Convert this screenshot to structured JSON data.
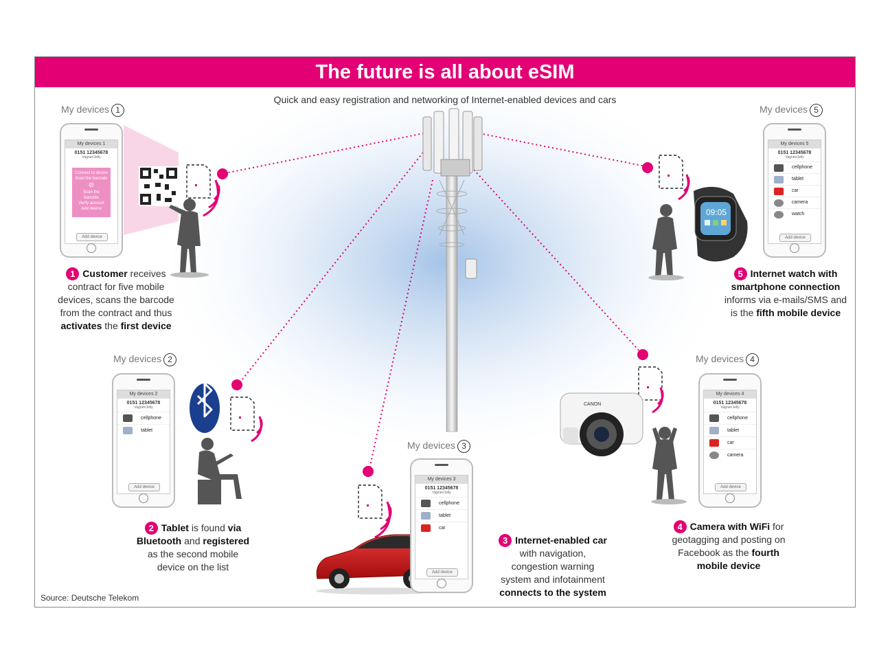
{
  "title": "The future is all about eSIM",
  "subtitle": "Quick and easy registration and networking of Internet-enabled devices and cars",
  "source": "Source: Deutsche Telekom",
  "colors": {
    "accent": "#e20074",
    "glow": "#9fc0e6"
  },
  "phone_common": {
    "number": "0151 12345678",
    "subscriber": "Vagner/Jelly",
    "add_device": "Add device"
  },
  "devices": [
    {
      "label": "My devices",
      "num": "1",
      "screen_header": "My devices 1",
      "panel_text": [
        "Connect to device",
        "Scan the barcode",
        "Scan the",
        "barcode",
        "Verify account",
        "Add device"
      ],
      "rows": [],
      "caption": [
        [
          {
            "t": "Customer",
            "b": true
          },
          {
            "t": " receives",
            "b": false
          }
        ],
        [
          {
            "t": "contract for five mobile",
            "b": false
          }
        ],
        [
          {
            "t": "devices, scans the barcode",
            "b": false
          }
        ],
        [
          {
            "t": "from the contract and thus",
            "b": false
          }
        ],
        [
          {
            "t": "activates",
            "b": true
          },
          {
            "t": " the ",
            "b": false
          },
          {
            "t": "first device",
            "b": true
          }
        ]
      ]
    },
    {
      "label": "My devices",
      "num": "2",
      "screen_header": "My devices 2",
      "rows": [
        {
          "label": "cellphone",
          "icon": "dk"
        },
        {
          "label": "tablet",
          "icon": "bl"
        }
      ],
      "caption": [
        [
          {
            "t": "Tablet",
            "b": true
          },
          {
            "t": " is found ",
            "b": false
          },
          {
            "t": "via",
            "b": true
          }
        ],
        [
          {
            "t": "Bluetooth",
            "b": true
          },
          {
            "t": " and ",
            "b": false
          },
          {
            "t": "registered",
            "b": true
          }
        ],
        [
          {
            "t": "as the second mobile",
            "b": false
          }
        ],
        [
          {
            "t": "device on the list",
            "b": false
          }
        ]
      ]
    },
    {
      "label": "My devices",
      "num": "3",
      "screen_header": "My devices 3",
      "rows": [
        {
          "label": "cellphone",
          "icon": "dk"
        },
        {
          "label": "tablet",
          "icon": "bl"
        },
        {
          "label": "car",
          "icon": "red"
        }
      ],
      "caption": [
        [
          {
            "t": "Internet-enabled car",
            "b": true
          }
        ],
        [
          {
            "t": "with navigation,",
            "b": false
          }
        ],
        [
          {
            "t": "congestion warning",
            "b": false
          }
        ],
        [
          {
            "t": "system and infotainment",
            "b": false
          }
        ],
        [
          {
            "t": "connects to the system",
            "b": true
          }
        ]
      ]
    },
    {
      "label": "My devices",
      "num": "4",
      "screen_header": "My devices 4",
      "rows": [
        {
          "label": "cellphone",
          "icon": "dk"
        },
        {
          "label": "tablet",
          "icon": "bl"
        },
        {
          "label": "car",
          "icon": "red"
        },
        {
          "label": "camera",
          "icon": "gr"
        }
      ],
      "caption": [
        [
          {
            "t": "Camera with WiFi",
            "b": true
          },
          {
            "t": " for",
            "b": false
          }
        ],
        [
          {
            "t": "geotagging and posting on",
            "b": false
          }
        ],
        [
          {
            "t": "Facebook as the ",
            "b": false
          },
          {
            "t": "fourth",
            "b": true
          }
        ],
        [
          {
            "t": "mobile device",
            "b": true
          }
        ]
      ]
    },
    {
      "label": "My devices",
      "num": "5",
      "screen_header": "My devices 5",
      "rows": [
        {
          "label": "cellphone",
          "icon": "dk"
        },
        {
          "label": "tablet",
          "icon": "bl"
        },
        {
          "label": "car",
          "icon": "red"
        },
        {
          "label": "camera",
          "icon": "gr"
        },
        {
          "label": "watch",
          "icon": "gr"
        }
      ],
      "caption": [
        [
          {
            "t": "Internet watch with",
            "b": true
          }
        ],
        [
          {
            "t": "smartphone connection",
            "b": true
          }
        ],
        [
          {
            "t": "informs via e-mails/SMS and",
            "b": false
          }
        ],
        [
          {
            "t": "is the ",
            "b": false
          },
          {
            "t": "fifth mobile device",
            "b": true
          }
        ]
      ]
    }
  ],
  "watch_time": "09:05",
  "camera_brand": "CANON"
}
